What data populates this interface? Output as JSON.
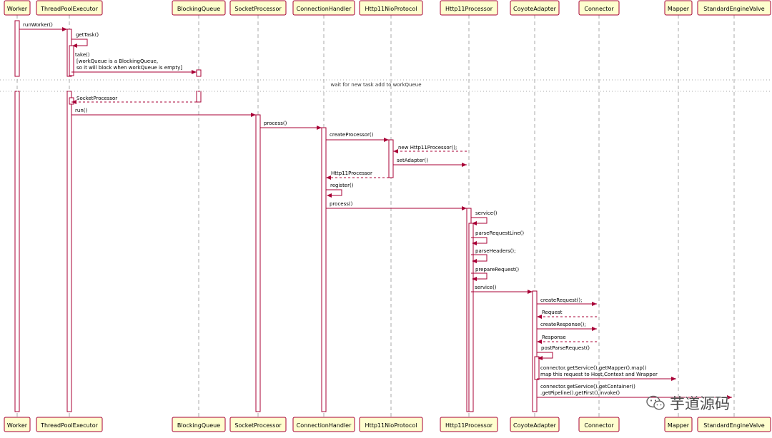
{
  "participants": [
    {
      "id": "worker",
      "label": "Worker"
    },
    {
      "id": "tpe",
      "label": "ThreadPoolExecutor"
    },
    {
      "id": "bq",
      "label": "BlockingQueue"
    },
    {
      "id": "sp",
      "label": "SocketProcessor"
    },
    {
      "id": "ch",
      "label": "ConnectionHandler"
    },
    {
      "id": "hnp",
      "label": "Http11NioProtocol"
    },
    {
      "id": "hp",
      "label": "Http11Processor"
    },
    {
      "id": "ca",
      "label": "CoyoteAdapter"
    },
    {
      "id": "conn",
      "label": "Connector"
    },
    {
      "id": "mapper",
      "label": "Mapper"
    },
    {
      "id": "sev",
      "label": "StandardEngineValve"
    }
  ],
  "messages": [
    {
      "from": "worker",
      "to": "tpe",
      "lines": [
        "runWorker()"
      ]
    },
    {
      "from": "tpe",
      "to": "tpe",
      "lines": [
        "getTask()"
      ]
    },
    {
      "from": "tpe",
      "to": "bq",
      "lines": [
        "take()",
        "[workQueue is a BlockingQueue,",
        "so it will block when workQueue is empty]"
      ]
    },
    {
      "from": "bq",
      "to": "tpe",
      "dashed": true,
      "lines": [
        "SocketProcessor"
      ]
    },
    {
      "from": "tpe",
      "to": "sp",
      "lines": [
        "run()"
      ]
    },
    {
      "from": "sp",
      "to": "ch",
      "lines": [
        "process()"
      ]
    },
    {
      "from": "ch",
      "to": "hnp",
      "lines": [
        "createProcessor()"
      ]
    },
    {
      "from": "hp",
      "to": "hnp",
      "dashed": true,
      "lines": [
        "new  Http11Processor();"
      ]
    },
    {
      "from": "hnp",
      "to": "hp",
      "lines": [
        "setAdapter()"
      ]
    },
    {
      "from": "hnp",
      "to": "ch",
      "dashed": true,
      "lines": [
        "Http11Processor"
      ]
    },
    {
      "from": "ch",
      "to": "ch",
      "lines": [
        "register()"
      ]
    },
    {
      "from": "ch",
      "to": "hp",
      "lines": [
        "process()"
      ]
    },
    {
      "from": "hp",
      "to": "hp",
      "lines": [
        "service()"
      ]
    },
    {
      "from": "hp",
      "to": "hp",
      "lines": [
        "parseRequestLine()"
      ]
    },
    {
      "from": "hp",
      "to": "hp",
      "lines": [
        "parseHeaders();"
      ]
    },
    {
      "from": "hp",
      "to": "hp",
      "lines": [
        "prepareRequest()"
      ]
    },
    {
      "from": "hp",
      "to": "ca",
      "lines": [
        "service()"
      ]
    },
    {
      "from": "ca",
      "to": "conn",
      "lines": [
        "createRequest();"
      ]
    },
    {
      "from": "conn",
      "to": "ca",
      "dashed": true,
      "lines": [
        "Request"
      ]
    },
    {
      "from": "ca",
      "to": "conn",
      "lines": [
        "createResponse();"
      ]
    },
    {
      "from": "conn",
      "to": "ca",
      "dashed": true,
      "lines": [
        "Response"
      ]
    },
    {
      "from": "ca",
      "to": "ca",
      "lines": [
        "postParseRequest()"
      ]
    },
    {
      "from": "ca",
      "to": "mapper",
      "lines": [
        "connector.getService().getMapper().map()",
        "map this request to Host,Context and Wrapper"
      ]
    },
    {
      "from": "ca",
      "to": "sev",
      "lines": [
        "connector.getService().getContainer()",
        ".getPipeline().getFirst().invoke()"
      ]
    }
  ],
  "delay_note": "wait for new task add to workQueue",
  "watermark": {
    "text": "芋道源码"
  },
  "colors": {
    "border": "#a80036",
    "box_fill": "#fefece",
    "lifeline": "#a8a8a8"
  }
}
